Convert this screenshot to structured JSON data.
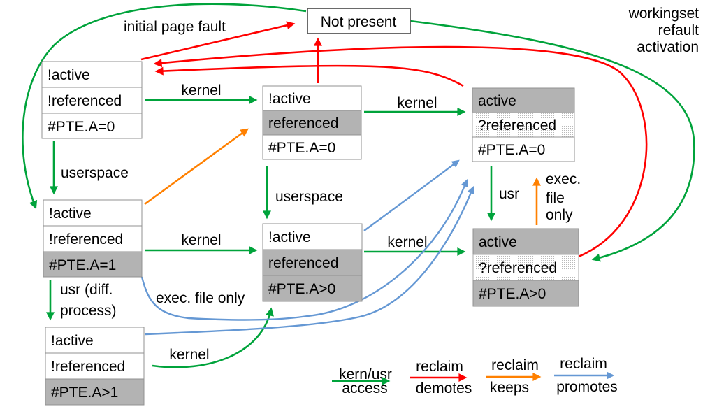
{
  "boxes": {
    "not_present": {
      "label": "Not present"
    },
    "b1": {
      "rows": [
        "!active",
        "!referenced",
        "#PTE.A=0"
      ]
    },
    "b2": {
      "rows": [
        "!active",
        "referenced",
        "#PTE.A=0"
      ]
    },
    "b3": {
      "rows": [
        "active",
        "?referenced",
        "#PTE.A=0"
      ]
    },
    "b4": {
      "rows": [
        "!active",
        "!referenced",
        "#PTE.A=1"
      ]
    },
    "b5": {
      "rows": [
        "!active",
        "referenced",
        "#PTE.A>0"
      ]
    },
    "b6": {
      "rows": [
        "active",
        "?referenced",
        "#PTE.A>0"
      ]
    },
    "b7": {
      "rows": [
        "!active",
        "!referenced",
        "#PTE.A>1"
      ]
    }
  },
  "labels": {
    "initial_page_fault": "initial page fault",
    "workingset": [
      "workingset",
      "refault",
      "activation"
    ],
    "kernel_top_left": "kernel",
    "kernel_top_right": "kernel",
    "kernel_mid_left": "kernel",
    "kernel_mid_right": "kernel",
    "kernel_bottom": "kernel",
    "userspace_left": "userspace",
    "userspace_mid": "userspace",
    "usr": "usr",
    "exec_file_only_stacked": [
      "exec.",
      "file",
      "only"
    ],
    "usr_diff_process": [
      "usr (diff.",
      "process)"
    ],
    "exec_file_only": "exec. file only"
  },
  "legend": {
    "items": [
      {
        "line1": "kern/usr",
        "line2": "access",
        "color": "#00a33b"
      },
      {
        "line1": "reclaim",
        "line2": "demotes",
        "color": "#ff0000"
      },
      {
        "line1": "reclaim",
        "line2": "keeps",
        "color": "#ff8000"
      },
      {
        "line1": "reclaim",
        "line2": "promotes",
        "color": "#6598d4"
      }
    ]
  },
  "colors": {
    "green": "#00a33b",
    "red": "#ff0000",
    "orange": "#ff8000",
    "blue": "#6598d4",
    "row_gray": "#b3b3b3",
    "box_border": "#919191",
    "np_border": "#595959"
  }
}
